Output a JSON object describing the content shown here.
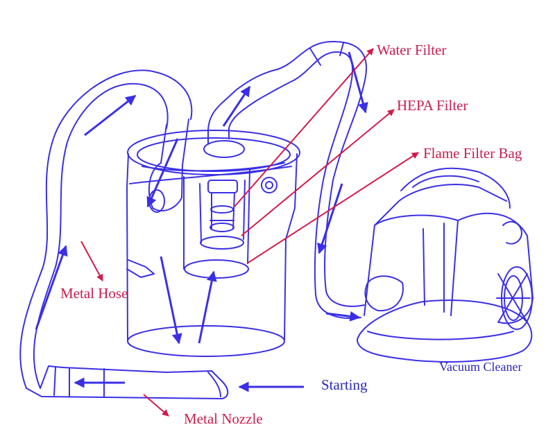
{
  "colors": {
    "outline": "#3a2fe6",
    "flow_arrow": "#3a2fe6",
    "callout_arrow": "#d21a4b",
    "label_red": "#c81d4d",
    "label_blue": "#2a26b8"
  },
  "labels": {
    "water_filter": "Water Filter",
    "hepa_filter": "HEPA Filter",
    "flame_filter_bag": "Flame Filter Bag",
    "metal_hose": "Metal Hose",
    "vacuum_cleaner": "Vacuum Cleaner",
    "starting": "Starting",
    "metal_nozzle": "Metal Nozzle"
  }
}
